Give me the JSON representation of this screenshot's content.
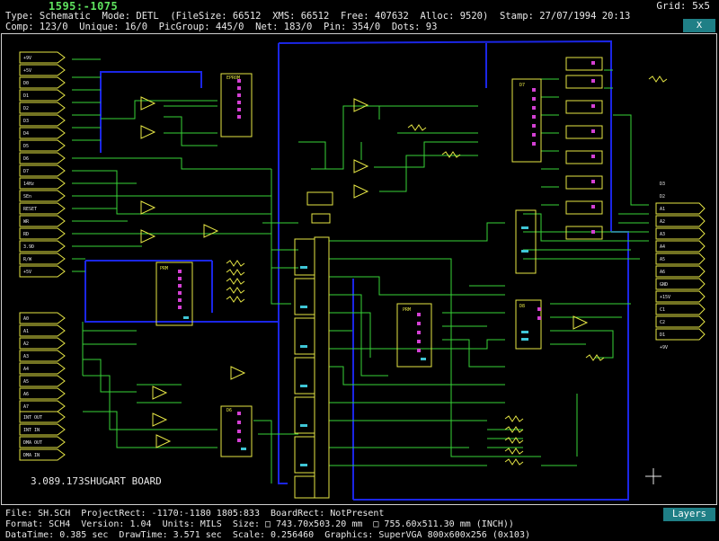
{
  "header": {
    "cursor_coords": "1595:-1075",
    "grid": "Grid: 5x5",
    "line1": "Type: Schematic  Mode: DETL  (FileSize: 66512  XMS: 66512  Free: 407632  Alloc: 9520)  Stamp: 27/07/1994 20:13",
    "line2": "Comp: 123/0  Unique: 16/0  PicGroup: 445/0  Net: 183/0  Pin: 354/0  Dots: 93",
    "close_label": "X"
  },
  "schematic": {
    "board_title": "3.089.173SHUGART BOARD",
    "left_top_connector": [
      "+5V",
      "D0",
      "D1",
      "D2",
      "D3",
      "D4",
      "D5",
      "D6",
      "D7",
      "14Hz",
      "SEn",
      "RESET",
      "WR",
      "RD",
      "3.9D",
      "R/W",
      "+5V",
      "+9V"
    ],
    "left_mid_connector": [
      "A0",
      "A1",
      "A2",
      "A3",
      "A4",
      "A5",
      "A6",
      "A7"
    ],
    "left_bottom_connector": [
      "INT OUT",
      "INT IN",
      "DMA OUT",
      "DMA IN"
    ],
    "right_connector": [
      "A1",
      "A2",
      "A3",
      "A4",
      "A5",
      "A6",
      "GND",
      "+15V",
      "C1",
      "C2",
      "D1",
      "D2",
      "D3",
      "+9V"
    ],
    "chip_labels": [
      "EPROM",
      "PRM",
      "D6",
      "D7",
      "PRM",
      "D8"
    ],
    "colors": {
      "wire": "#37d437",
      "bus": "#1b26e6",
      "part": "#e6e645",
      "pin": "#d440d4",
      "pin2": "#3fc6d6",
      "text": "#e8e8e8"
    }
  },
  "footer": {
    "line1": "File: SH.SCH  ProjectRect: -1170:-1180 1805:833  BoardRect: NotPresent",
    "line2": "Format: SCH4  Version: 1.04  Units: MILS  Size: □ 743.70x503.20 mm  □ 755.60x511.30 mm (INCH))",
    "line3": "DataTime: 0.385 sec  DrawTime: 3.571 sec  Scale: 0.256460  Graphics: SuperVGA 800x600x256 (0x103)",
    "layers_label": "Layers"
  }
}
